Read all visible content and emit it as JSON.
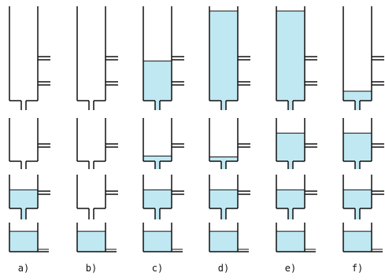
{
  "colors": {
    "water": "#bfe8f2",
    "line": "#111111",
    "background": "#ffffff"
  },
  "columns": [
    {
      "label": "a)",
      "stages": {
        "top": 0,
        "upper": 0,
        "middle": 0.55,
        "bottom": 0.7
      }
    },
    {
      "label": "b)",
      "stages": {
        "top": 0,
        "upper": 0,
        "middle": 0,
        "bottom": 0.7
      }
    },
    {
      "label": "c)",
      "stages": {
        "top": 0.42,
        "upper": 0.12,
        "middle": 0.55,
        "bottom": 0.7
      }
    },
    {
      "label": "d)",
      "stages": {
        "top": 0.95,
        "upper": 0.1,
        "middle": 0.55,
        "bottom": 0.7
      }
    },
    {
      "label": "e)",
      "stages": {
        "top": 0.95,
        "upper": 0.65,
        "middle": 0.55,
        "bottom": 0.7
      }
    },
    {
      "label": "f)",
      "stages": {
        "top": 0.1,
        "upper": 0.65,
        "middle": 0.55,
        "bottom": 0.7
      }
    }
  ]
}
